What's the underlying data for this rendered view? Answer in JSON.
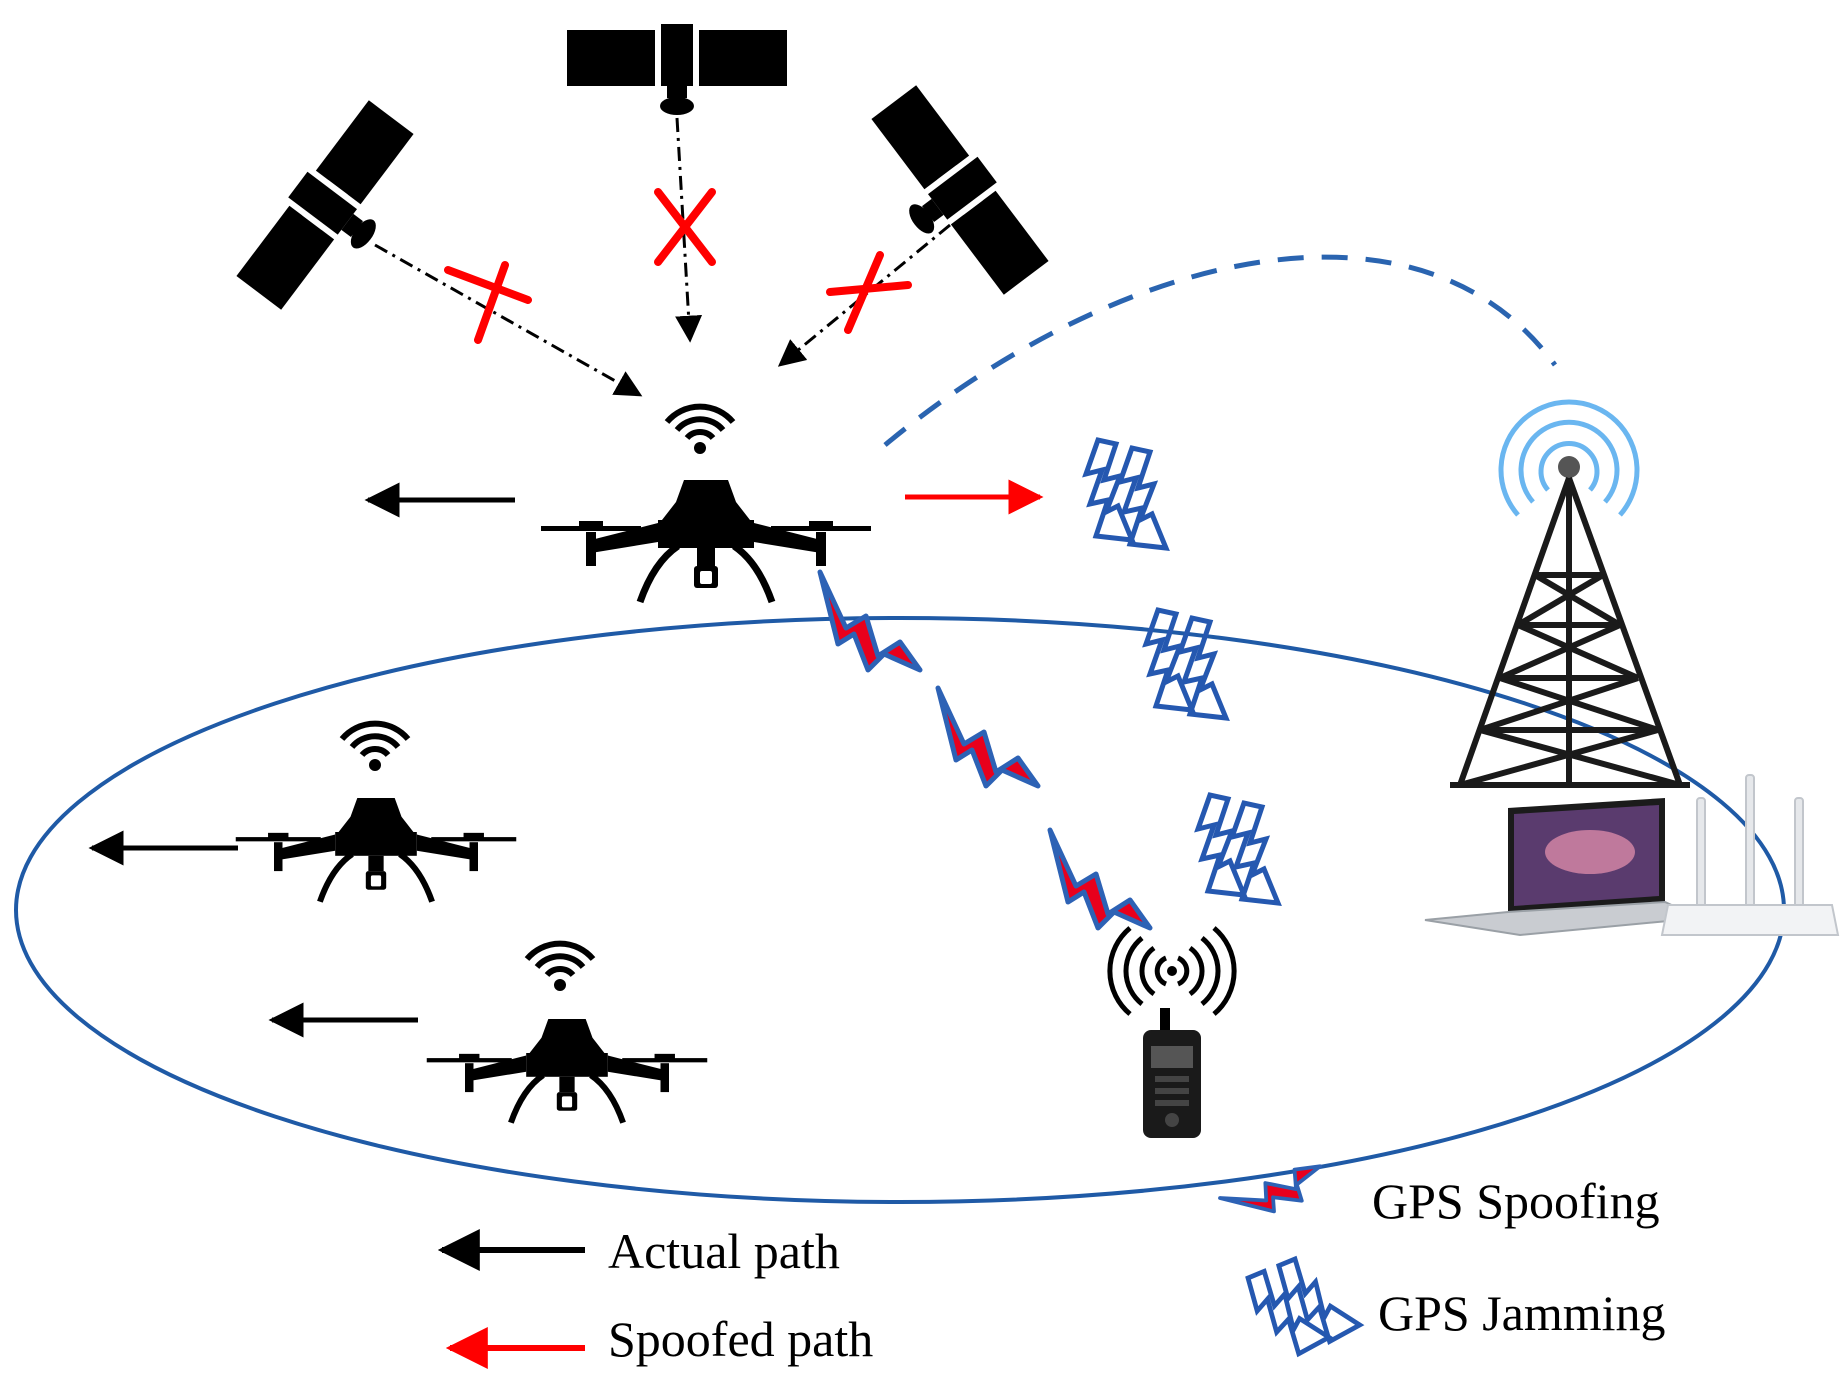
{
  "diagram": {
    "colors": {
      "actual": "#000000",
      "spoofed": "#ff0000",
      "spoofing_fill": "#e8001c",
      "spoofing_edge": "#2d62b5",
      "jamming": "#2558b0",
      "orbit": "#1f5aa6",
      "signal_link": "#2a64b0",
      "tower_waves": "#6ab6f0"
    },
    "icons": [
      "satellite-icon",
      "drone-icon",
      "wifi-icon",
      "cell-tower-icon",
      "laptop-icon",
      "router-icon",
      "walkie-talkie-icon",
      "blocked-x-icon"
    ]
  },
  "legend": {
    "actual_path": "Actual path",
    "spoofed_path": "Spoofed path",
    "gps_spoofing": "GPS Spoofing",
    "gps_jamming": "GPS Jamming"
  }
}
